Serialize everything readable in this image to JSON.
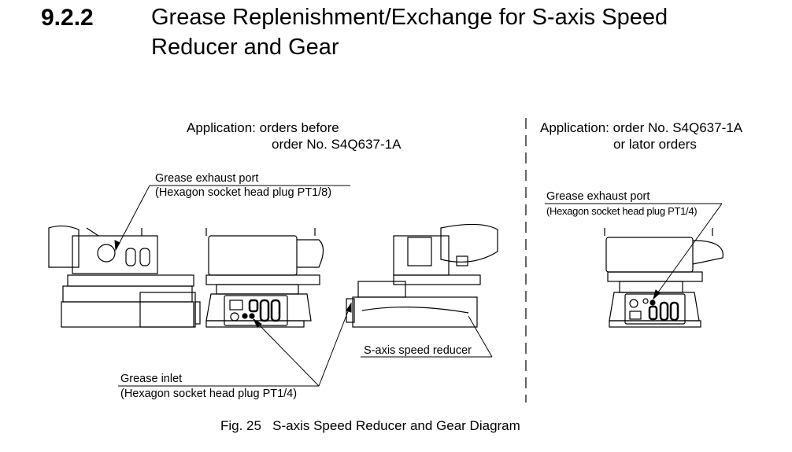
{
  "section": {
    "number": "9.2.2",
    "title_line1": "Grease Replenishment/Exchange for S-axis Speed",
    "title_line2": "Reducer and Gear"
  },
  "figure": {
    "left_application_line1": "Application: orders before",
    "left_application_line2": "order No. S4Q637-1A",
    "right_application_line1": "Application: order No. S4Q637-1A",
    "right_application_line2": "or lator orders",
    "left_exhaust_label": "Grease exhaust port",
    "left_exhaust_plug": "(Hexagon socket head plug PT1/8)",
    "right_exhaust_label": "Grease exhaust port",
    "right_exhaust_plug": "(Hexagon socket head plug PT1/4)",
    "reducer_label": "S-axis speed reducer",
    "inlet_label": "Grease inlet",
    "inlet_plug": "(Hexagon socket head plug PT1/4)",
    "caption": "Fig. 25   S-axis Speed Reducer and Gear Diagram"
  }
}
